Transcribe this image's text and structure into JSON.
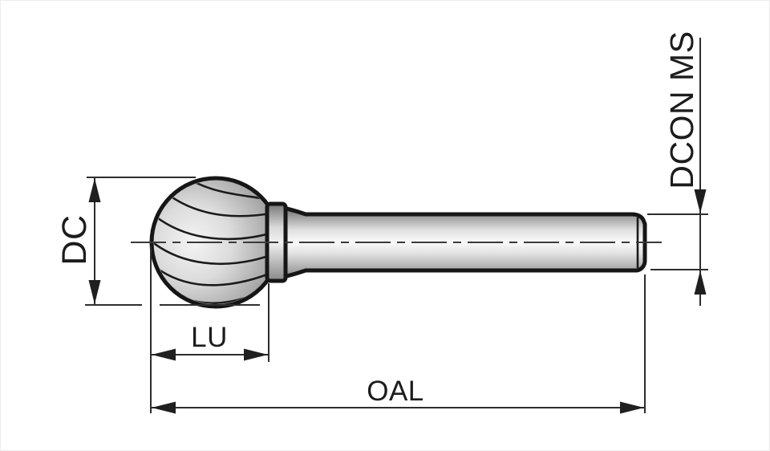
{
  "drawing": {
    "description": "Dimensional line drawing of a ball-shaped rotary burr with fluted ball head, collar and cylindrical shank",
    "labels": {
      "dc": "DC",
      "lu": "LU",
      "oal": "OAL",
      "dcon": "DCON MS"
    },
    "colors": {
      "outline": "#161616",
      "dimension_line": "#2e2e2e",
      "flute_line": "#1b1b1b",
      "text": "#1c1c1c",
      "background": "#ffffff"
    }
  }
}
